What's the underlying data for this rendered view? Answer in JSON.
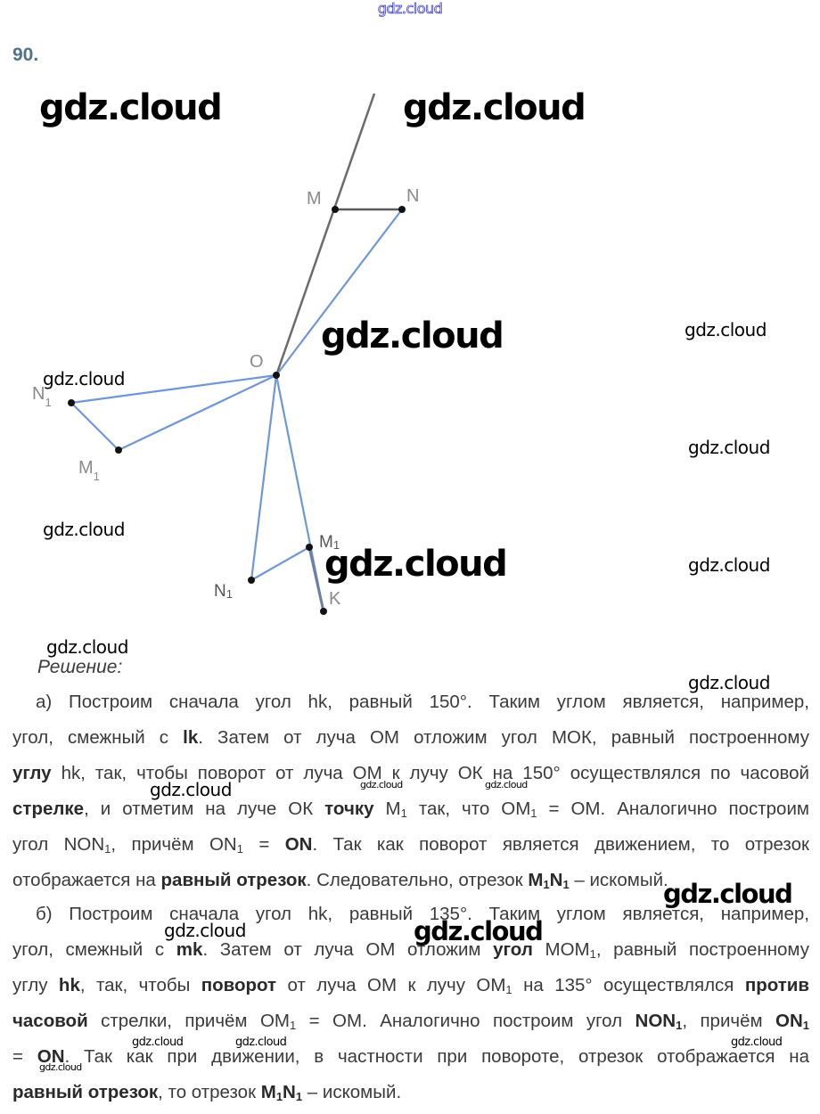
{
  "header": {
    "site_watermark": "gdz.cloud",
    "task_number": "90."
  },
  "watermarks": {
    "text": "gdz.cloud"
  },
  "diagram": {
    "labels": {
      "M": "M",
      "N": "N",
      "O": "O",
      "N1_left": "N",
      "M1_left": "M",
      "M1_bottom": "M",
      "N1_bottom": "N",
      "K": "K",
      "sub1": "1"
    },
    "colors": {
      "ray": "#6b6b6b",
      "segment_mn": "#5a5a5a",
      "construction": "#6f97d6",
      "point": "#111111"
    }
  },
  "solution": {
    "title": "Решение:",
    "part_a": {
      "l1": [
        "а) Построим сначала угол hk, равный 150°. Таким углом является, например,"
      ],
      "l2": [
        "угол, смежный с ",
        "lk",
        ". Затем от луча ОМ отложим угол МОК, равный построенному"
      ],
      "l3": [
        "углу",
        " hk, так, чтобы поворот от луча ОМ к лучу ОК на 150° осуществлялся по часовой"
      ],
      "l4": [
        "стрелке",
        ", и отметим на луче ОК ",
        "точку",
        " М",
        "1",
        " так, что ОМ",
        "1",
        " = ОМ. Аналогично построим"
      ],
      "l5": [
        "угол NON",
        "1",
        ", причём ON",
        "1",
        " = ",
        "ON",
        ". Так как поворот является движением, то отрезок"
      ],
      "l6": [
        "отображается на ",
        "равный отрезок",
        ". Следовательно, отрезок ",
        "M",
        "1",
        "N",
        "1",
        " – искомый."
      ]
    },
    "part_b": {
      "l1": [
        "б) Построим сначала угол hk, равный 135°. Таким углом является, например,"
      ],
      "l2": [
        "угол, смежный с ",
        "mk",
        ". Затем от луча ОМ отложим ",
        "угол",
        " МОМ",
        "1",
        ", равный построенному"
      ],
      "l3": [
        "углу ",
        "hk",
        ", так, чтобы ",
        "поворот",
        " от луча ОМ к лучу ОМ",
        "1",
        " на 135° осуществлялся ",
        "против"
      ],
      "l4": [
        "часовой",
        " стрелки, причём ОМ",
        "1",
        " = ОМ. Аналогично построим угол ",
        "NON",
        "1",
        ", причём ",
        "ON",
        "1"
      ],
      "l5": [
        "= ",
        "ON",
        ". Так как при движении, в частности при повороте, отрезок отображается на"
      ],
      "l6": [
        "равный отрезок",
        ", то отрезок ",
        "M",
        "1",
        "N",
        "1",
        " – искомый."
      ]
    }
  }
}
